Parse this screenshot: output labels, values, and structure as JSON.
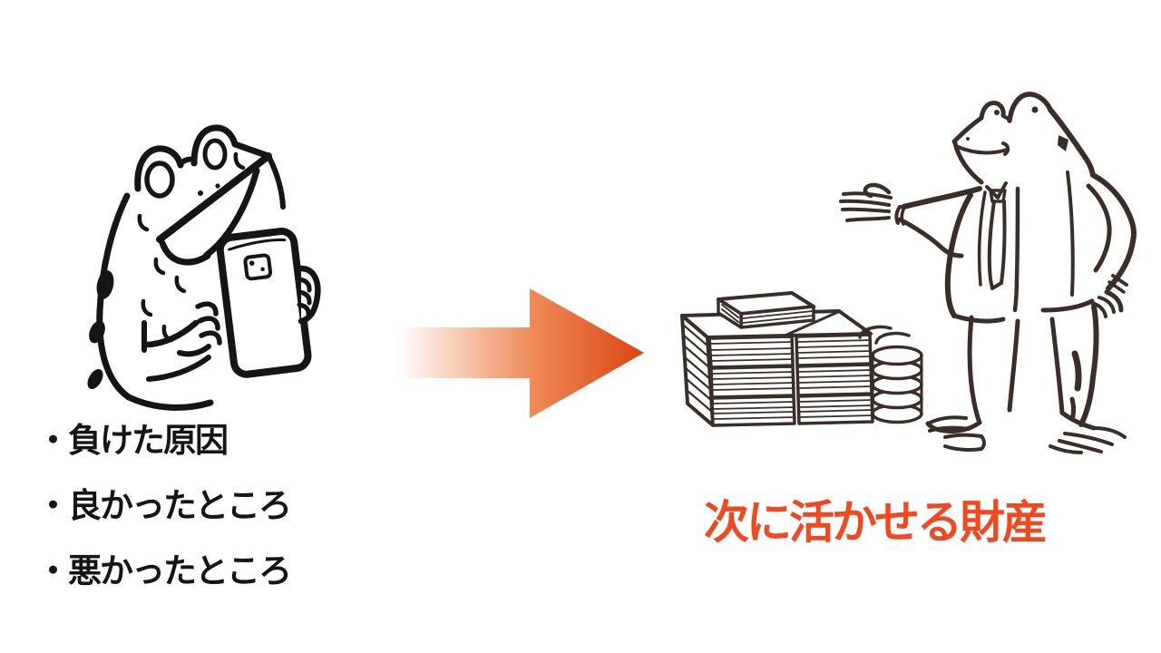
{
  "slide": {
    "bullets": {
      "items": [
        "・負けた原因",
        "・良かったところ",
        "・悪かったところ"
      ]
    },
    "caption": {
      "text": "次に活かせる財産"
    },
    "illustrations": {
      "left_frog": "sweating frog nervously looking at a smartphone",
      "right_frog": "smiling frog in a business suit presenting stacks of banknotes and coins",
      "arrow": "orange gradient block arrow pointing right"
    },
    "colors": {
      "accent": "#F1481F",
      "ink_left": "#171513",
      "ink_right": "#3A2E29",
      "arrow_start": "#FFFFFF",
      "arrow_mid": "#EE8A58",
      "arrow_end": "#DB4513",
      "background": "#FFFFFF"
    }
  }
}
